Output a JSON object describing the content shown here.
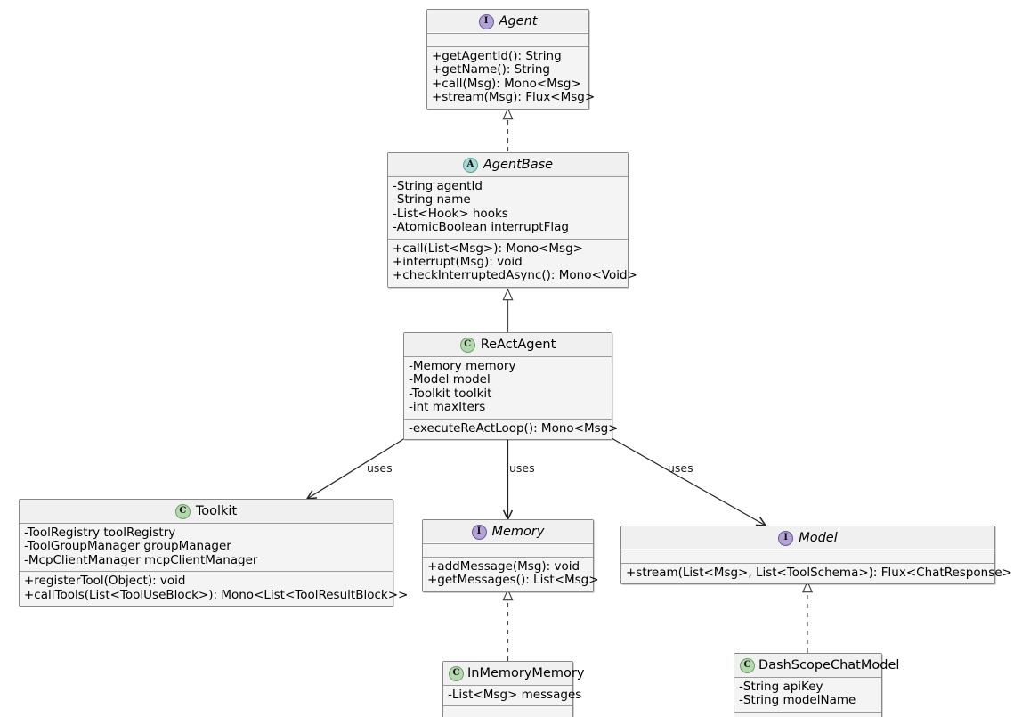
{
  "diagram": {
    "kind": "uml-class-diagram",
    "background": "#ffffff",
    "stereotype_colors": {
      "interface": "#b3a2d6",
      "abstract": "#a8dcd8",
      "class": "#b4d7b0"
    },
    "classes": [
      {
        "id": "agent",
        "name": "Agent",
        "stereotype": "I",
        "stereotype_kind": "interface",
        "italic_title": true,
        "compartments": [
          {
            "empty": true,
            "members": []
          },
          {
            "members": [
              "+getAgentId(): String",
              "+getName(): String",
              "+call(Msg): Mono<Msg>",
              "+stream(Msg): Flux<Msg>"
            ]
          }
        ]
      },
      {
        "id": "agentbase",
        "name": "AgentBase",
        "stereotype": "A",
        "stereotype_kind": "abstract",
        "italic_title": true,
        "compartments": [
          {
            "members": [
              "-String agentId",
              "-String name",
              "-List<Hook> hooks",
              "-AtomicBoolean interruptFlag"
            ]
          },
          {
            "members": [
              "+call(List<Msg>): Mono<Msg>",
              "+interrupt(Msg): void",
              "+checkInterruptedAsync(): Mono<Void>"
            ]
          }
        ]
      },
      {
        "id": "reactagent",
        "name": "ReActAgent",
        "stereotype": "C",
        "stereotype_kind": "class",
        "italic_title": false,
        "compartments": [
          {
            "members": [
              "-Memory memory",
              "-Model model",
              "-Toolkit toolkit",
              "-int maxIters"
            ]
          },
          {
            "members": [
              "-executeReActLoop(): Mono<Msg>"
            ]
          }
        ]
      },
      {
        "id": "toolkit",
        "name": "Toolkit",
        "stereotype": "C",
        "stereotype_kind": "class",
        "italic_title": false,
        "compartments": [
          {
            "members": [
              "-ToolRegistry toolRegistry",
              "-ToolGroupManager groupManager",
              "-McpClientManager mcpClientManager"
            ]
          },
          {
            "members": [
              "+registerTool(Object): void",
              "+callTools(List<ToolUseBlock>): Mono<List<ToolResultBlock>>"
            ]
          }
        ]
      },
      {
        "id": "memory",
        "name": "Memory",
        "stereotype": "I",
        "stereotype_kind": "interface",
        "italic_title": true,
        "compartments": [
          {
            "empty": true,
            "members": []
          },
          {
            "members": [
              "+addMessage(Msg): void",
              "+getMessages(): List<Msg>"
            ]
          }
        ]
      },
      {
        "id": "model",
        "name": "Model",
        "stereotype": "I",
        "stereotype_kind": "interface",
        "italic_title": true,
        "compartments": [
          {
            "empty": true,
            "members": []
          },
          {
            "members": [
              "+stream(List<Msg>, List<ToolSchema>): Flux<ChatResponse>"
            ]
          }
        ]
      },
      {
        "id": "inmemorymemory",
        "name": "InMemoryMemory",
        "stereotype": "C",
        "stereotype_kind": "class",
        "italic_title": false,
        "compartments": [
          {
            "members": [
              "-List<Msg> messages"
            ]
          },
          {
            "empty": true,
            "members": []
          }
        ]
      },
      {
        "id": "dashscopechatmodel",
        "name": "DashScopeChatModel",
        "stereotype": "C",
        "stereotype_kind": "class",
        "italic_title": false,
        "compartments": [
          {
            "members": [
              "-String apiKey",
              "-String modelName"
            ]
          },
          {
            "empty": true,
            "members": []
          }
        ]
      }
    ],
    "relations": [
      {
        "id": "rel-agentbase-agent",
        "from": "agentbase",
        "to": "agent",
        "type": "realization",
        "label": ""
      },
      {
        "id": "rel-reactagent-agentbase",
        "from": "reactagent",
        "to": "agentbase",
        "type": "generalization",
        "label": ""
      },
      {
        "id": "rel-reactagent-toolkit",
        "from": "reactagent",
        "to": "toolkit",
        "type": "association",
        "label": "uses"
      },
      {
        "id": "rel-reactagent-memory",
        "from": "reactagent",
        "to": "memory",
        "type": "association",
        "label": "uses"
      },
      {
        "id": "rel-reactagent-model",
        "from": "reactagent",
        "to": "model",
        "type": "association",
        "label": "uses"
      },
      {
        "id": "rel-inmemorymemory-memory",
        "from": "inmemorymemory",
        "to": "memory",
        "type": "realization",
        "label": ""
      },
      {
        "id": "rel-dashscopechatmodel-model",
        "from": "dashscopechatmodel",
        "to": "model",
        "type": "realization",
        "label": ""
      }
    ]
  }
}
